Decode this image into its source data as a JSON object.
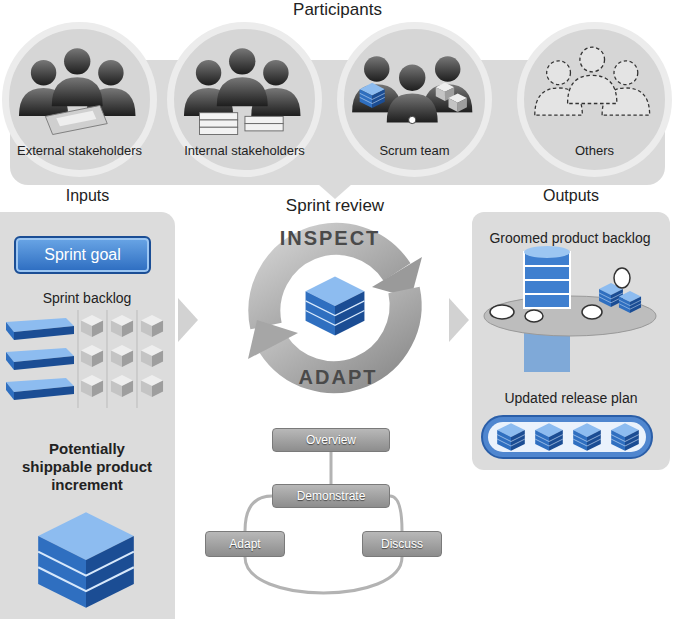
{
  "diagram": {
    "nodes": [
      {
        "text": [
          "Participants"
        ]
      },
      {
        "text": [
          "External stakeholders"
        ],
        "in": 0
      },
      {
        "text": [
          "Internal stakeholders"
        ],
        "in": 0
      },
      {
        "text": [
          "Scrum team"
        ],
        "in": 0
      },
      {
        "text": [
          "Others"
        ],
        "in": 0
      },
      {
        "text": [
          "Inputs"
        ]
      },
      {
        "text": [
          "Sprint goal"
        ],
        "in": 5
      },
      {
        "text": [
          "Outputs"
        ]
      },
      {
        "text": [
          "Overview"
        ]
      },
      {
        "text": [
          "Demonstrate"
        ]
      },
      {
        "text": [
          "Adapt"
        ]
      },
      {
        "text": [
          "Discuss"
        ]
      }
    ],
    "edges": [
      {
        "from": 8,
        "to": 9,
        "arrow": "none"
      },
      {
        "from": 9,
        "to": 10,
        "arrow": "none"
      },
      {
        "from": 10,
        "to": 11,
        "arrow": "none"
      },
      {
        "from": 11,
        "to": 9,
        "arrow": "none"
      }
    ],
    "labels": [
      "Sprint backlog",
      "Potentially shippable product increment",
      "Sprint review",
      "INSPECT",
      "ADAPT",
      "Groomed product backlog",
      "Updated release plan"
    ]
  }
}
